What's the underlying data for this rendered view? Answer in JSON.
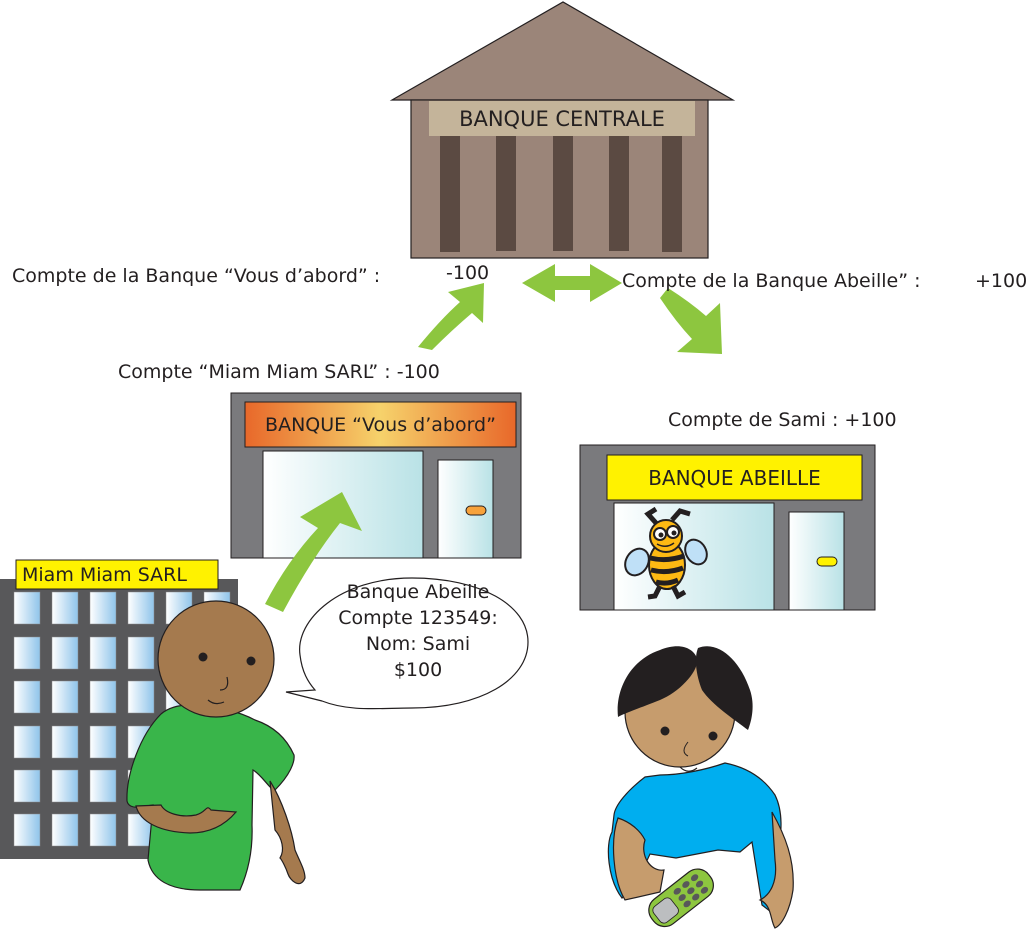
{
  "central_bank": {
    "sign": "BANQUE CENTRALE",
    "colors": {
      "roof": "#9b8579",
      "wall": "#9b8579",
      "sign_bg": "#c4b49a",
      "pillar": "#5b4a42"
    }
  },
  "ledger_labels": {
    "vous_dabord_account": {
      "text": "Compte de la Banque “Vous d’abord” :",
      "value": "-100"
    },
    "abeille_account": {
      "text": "Compte  de la Banque Abeille” :",
      "value": "+100"
    },
    "miam_account": {
      "text": "Compte “Miam Miam SARL” : -100"
    },
    "sami_account": {
      "text": "Compte de Sami : +100"
    }
  },
  "bank_vous_dabord": {
    "sign": "BANQUE “Vous d’abord”",
    "colors": {
      "wall": "#7a7a7d",
      "sign_from": "#e8682a",
      "sign_to": "#f6d26b",
      "handle": "#f7a23b"
    }
  },
  "bank_abeille": {
    "sign": "BANQUE ABEILLE",
    "colors": {
      "wall": "#7a7a7d",
      "sign_bg": "#fff200",
      "handle": "#fff200"
    }
  },
  "company": {
    "sign": "Miam Miam SARL",
    "colors": {
      "sign_bg": "#fff200",
      "building": "#58585a",
      "window": "#9ccbec"
    }
  },
  "speech_bubble": {
    "lines": [
      "Banque Abeille",
      "Compte 123549:",
      "Nom: Sami",
      "$100"
    ]
  },
  "arrows": {
    "color": "#8dc63f",
    "items": [
      {
        "name": "person-to-vous-dabord",
        "direction": "up-right"
      },
      {
        "name": "vous-dabord-to-central",
        "direction": "up-right"
      },
      {
        "name": "central-interbank",
        "direction": "both"
      },
      {
        "name": "central-to-abeille",
        "direction": "down-right"
      }
    ]
  },
  "people": [
    {
      "name": "Miam Miam SARL owner",
      "shirt": "#39b54a",
      "skin": "#a57a4e"
    },
    {
      "name": "Sami",
      "shirt": "#00aeef",
      "skin": "#c69c6d",
      "hair": "#231f20",
      "holds": "mobile phone"
    }
  ]
}
